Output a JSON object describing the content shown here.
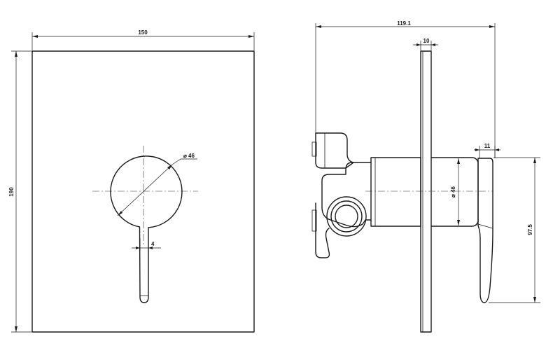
{
  "front_view": {
    "width_label": "150",
    "height_label": "190",
    "knob_diameter_label": "⌀ 46",
    "lever_width_label": "4"
  },
  "side_view": {
    "depth_label": "119.1",
    "plate_thickness_label": "10",
    "handle_offset_label": "11",
    "knob_diameter_label": "⌀ 46",
    "handle_height_label": "97.5"
  }
}
